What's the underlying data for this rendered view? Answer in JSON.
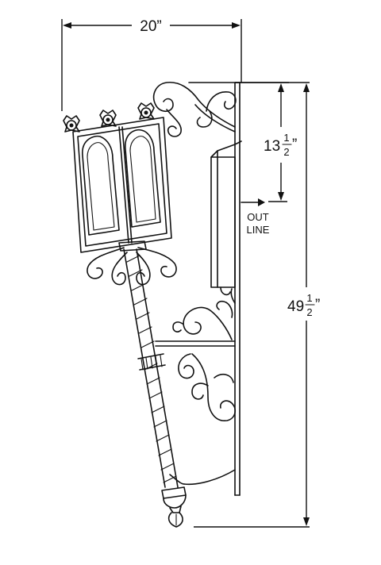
{
  "dimensions": {
    "width": {
      "text": "20”"
    },
    "depth": {
      "whole": "13",
      "num": "1",
      "den": "2",
      "mark": "”"
    },
    "height": {
      "whole": "49",
      "num": "1",
      "den": "2",
      "mark": "”"
    }
  },
  "outlet": {
    "line1": "OUT",
    "line2": "LINE"
  },
  "colors": {
    "ink": "#111111",
    "paper": "#ffffff"
  }
}
